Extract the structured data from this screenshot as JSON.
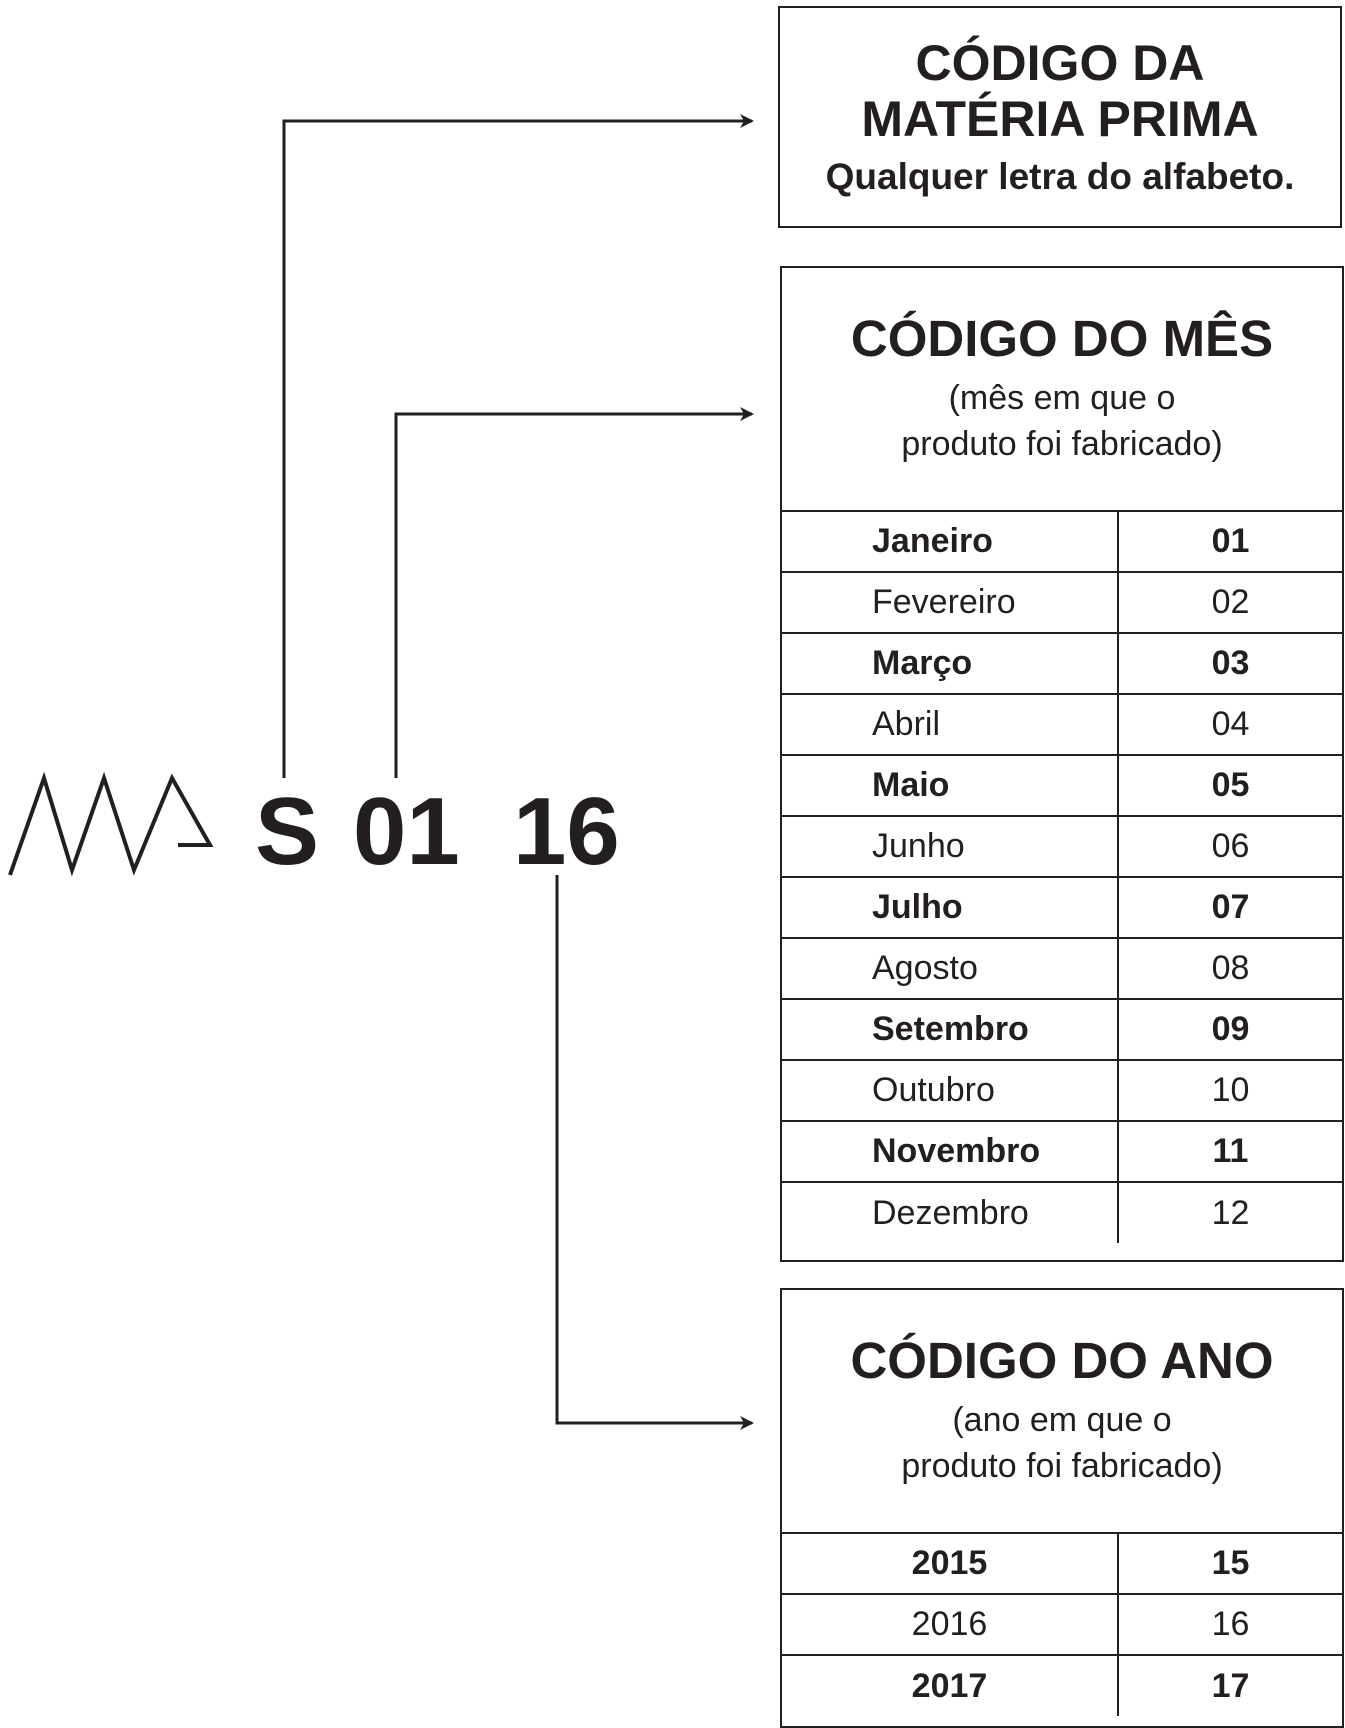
{
  "code": {
    "material": "S",
    "month": "01",
    "year": "16"
  },
  "material_box": {
    "title_line1": "CÓDIGO DA",
    "title_line2": "MATÉRIA PRIMA",
    "subtitle": "Qualquer letra do alfabeto."
  },
  "month_box": {
    "title": "CÓDIGO DO MÊS",
    "subtitle_line1": "(mês em que o",
    "subtitle_line2": "produto foi fabricado)",
    "rows": [
      {
        "label": "Janeiro",
        "code": "01",
        "bold": true
      },
      {
        "label": "Fevereiro",
        "code": "02",
        "bold": false
      },
      {
        "label": "Março",
        "code": "03",
        "bold": true
      },
      {
        "label": "Abril",
        "code": "04",
        "bold": false
      },
      {
        "label": "Maio",
        "code": "05",
        "bold": true
      },
      {
        "label": "Junho",
        "code": "06",
        "bold": false
      },
      {
        "label": "Julho",
        "code": "07",
        "bold": true
      },
      {
        "label": "Agosto",
        "code": "08",
        "bold": false
      },
      {
        "label": "Setembro",
        "code": "09",
        "bold": true
      },
      {
        "label": "Outubro",
        "code": "10",
        "bold": false
      },
      {
        "label": "Novembro",
        "code": "11",
        "bold": true
      },
      {
        "label": "Dezembro",
        "code": "12",
        "bold": false
      }
    ]
  },
  "year_box": {
    "title": "CÓDIGO DO ANO",
    "subtitle_line1": "(ano em que o",
    "subtitle_line2": "produto foi fabricado)",
    "rows": [
      {
        "label": "2015",
        "code": "15",
        "bold": true
      },
      {
        "label": "2016",
        "code": "16",
        "bold": false
      },
      {
        "label": "2017",
        "code": "17",
        "bold": true
      }
    ]
  },
  "colors": {
    "ink": "#231f20",
    "background": "#ffffff"
  },
  "icons": {
    "logo": "zigzag-mountain-logo-icon"
  }
}
